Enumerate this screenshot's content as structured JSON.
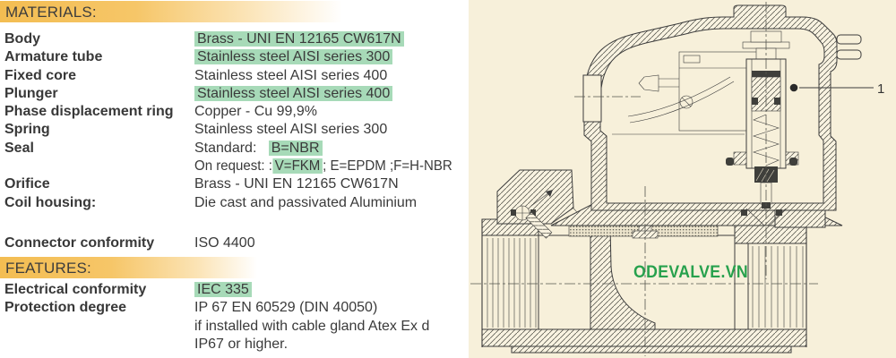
{
  "materials": {
    "header": "MATERIALS:",
    "rows": [
      {
        "label": "Body",
        "pre": "",
        "hl": "Brass - UNI EN 12165 CW617N",
        "post": ""
      },
      {
        "label": "Armature tube",
        "pre": "",
        "hl": "Stainless steel AISI series 300",
        "post": ""
      },
      {
        "label": "Fixed core",
        "pre": "Stainless steel AISI series 400",
        "hl": "",
        "post": ""
      },
      {
        "label": "Plunger",
        "pre": "",
        "hl": "Stainless steel AISI series 400",
        "post": ""
      },
      {
        "label": "Phase displacement ring",
        "pre": "Copper - Cu 99,9%",
        "hl": "",
        "post": ""
      },
      {
        "label": "Spring",
        "pre": "Stainless steel AISI series 300",
        "hl": "",
        "post": ""
      },
      {
        "label": "Seal",
        "pre": "Standard:   ",
        "hl": "B=NBR",
        "post": ""
      },
      {
        "label": "",
        "pre": "On request: :",
        "hl": "V=FKM",
        "post": "; E=EPDM ;F=H-NBR"
      },
      {
        "label": "Orifice",
        "pre": "Brass - UNI EN 12165 CW617N",
        "hl": "",
        "post": ""
      },
      {
        "label": "Coil housing:",
        "pre": "Die cast and passivated Aluminium",
        "hl": "",
        "post": ""
      }
    ],
    "connector": {
      "label": "Connector conformity",
      "value": "ISO 4400"
    }
  },
  "features": {
    "header": "FEATURES:",
    "rows": [
      {
        "label": "Electrical conformity",
        "pre": "",
        "hl": "IEC 335",
        "post": ""
      },
      {
        "label": "Protection degree",
        "pre": "IP 67 EN 60529 (DIN 40050)",
        "hl": "",
        "post": ""
      },
      {
        "label": "",
        "pre": "if installed with cable gland Atex Ex d",
        "hl": "",
        "post": ""
      },
      {
        "label": "",
        "pre": "IP67 or higher.",
        "hl": "",
        "post": ""
      }
    ]
  },
  "drawing": {
    "watermark": "ODEVALVE.VN",
    "callout_label": "1"
  },
  "colors": {
    "header_orange": "#f3bd52",
    "highlight_green": "#a7dab8",
    "watermark_green": "#27a14d",
    "drawing_background": "#f7f0da",
    "line_color": "#3c3c3c"
  }
}
